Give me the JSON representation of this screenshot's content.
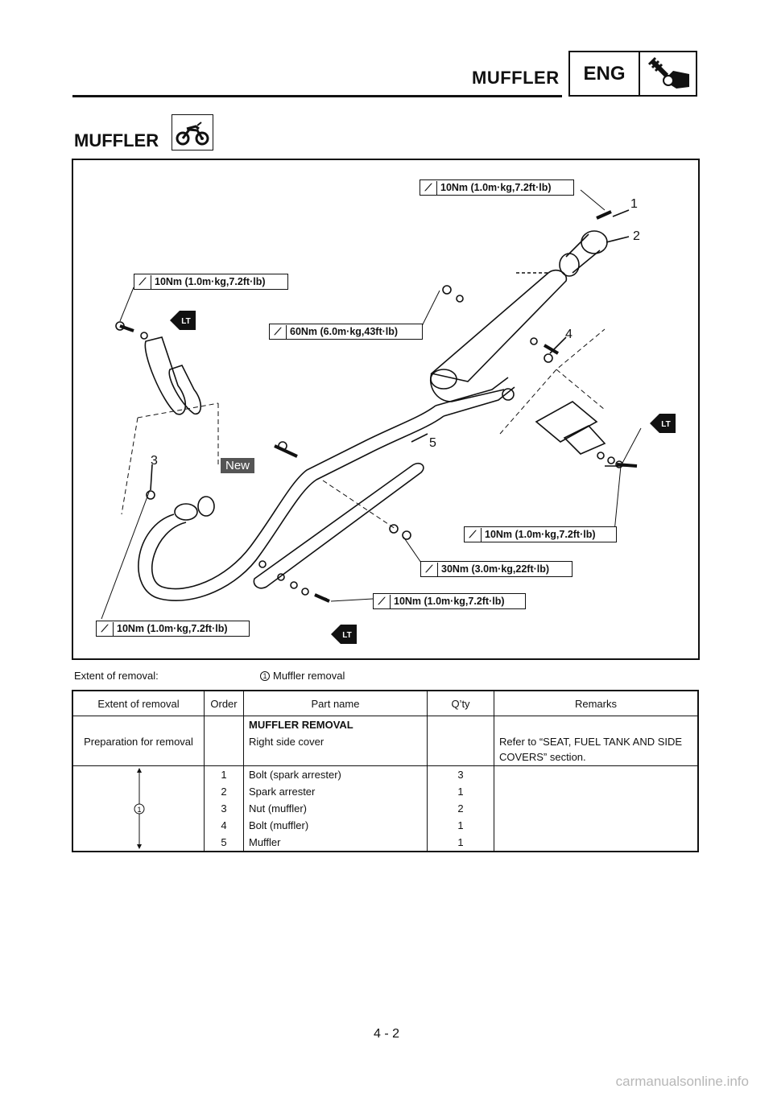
{
  "header": {
    "title": "MUFFLER",
    "section_code": "ENG"
  },
  "section_title": "MUFFLER",
  "diagram": {
    "torque_specs": [
      "10Nm (1.0m·kg,7.2ft·lb)",
      "10Nm (1.0m·kg,7.2ft·lb)",
      "60Nm (6.0m·kg,43ft·lb)",
      "10Nm (1.0m·kg,7.2ft·lb)",
      "30Nm (3.0m·kg,22ft·lb)",
      "10Nm (1.0m·kg,7.2ft·lb)",
      "10Nm (1.0m·kg,7.2ft·lb)"
    ],
    "lt_label": "LT",
    "new_label": "New",
    "callouts": [
      "1",
      "2",
      "3",
      "4",
      "5"
    ]
  },
  "extent": {
    "label": "Extent of removal:",
    "marker": "1",
    "value": "Muffler removal"
  },
  "table": {
    "headers": [
      "Extent of removal",
      "Order",
      "Part name",
      "Q’ty",
      "Remarks"
    ],
    "section_name": "MUFFLER REMOVAL",
    "prep": {
      "extent": "Preparation for removal",
      "part": "Right side cover",
      "remarks_line1": "Refer to “SEAT, FUEL TANK AND SIDE",
      "remarks_line2": "COVERS” section."
    },
    "group_marker": "1",
    "rows": [
      {
        "order": "1",
        "part": "Bolt (spark arrester)",
        "qty": "3"
      },
      {
        "order": "2",
        "part": "Spark arrester",
        "qty": "1"
      },
      {
        "order": "3",
        "part": "Nut (muffler)",
        "qty": "2"
      },
      {
        "order": "4",
        "part": "Bolt (muffler)",
        "qty": "1"
      },
      {
        "order": "5",
        "part": "Muffler",
        "qty": "1"
      }
    ]
  },
  "page_number": "4 - 2",
  "watermark": "carmanualsonline.info"
}
